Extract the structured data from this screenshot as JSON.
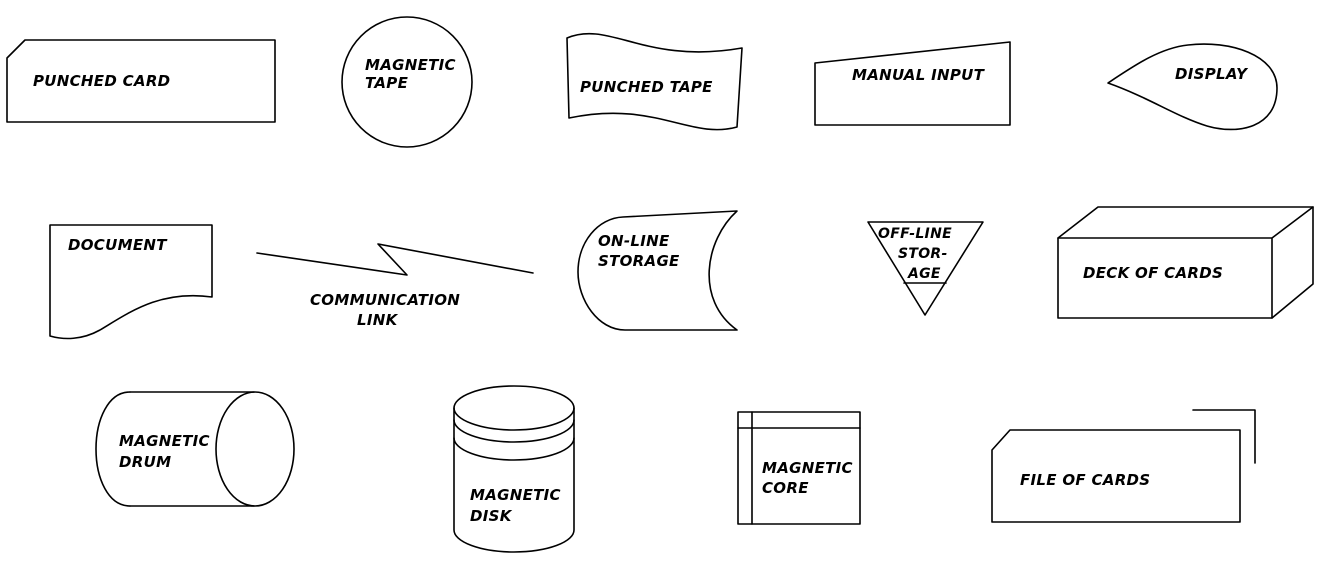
{
  "symbols": {
    "punched_card": {
      "label": "PUNCHED CARD"
    },
    "magnetic_tape": {
      "line1": "MAGNETIC",
      "line2": "TAPE"
    },
    "punched_tape": {
      "label": "PUNCHED TAPE"
    },
    "manual_input": {
      "label": "MANUAL INPUT"
    },
    "display": {
      "label": "DISPLAY"
    },
    "document": {
      "label": "DOCUMENT"
    },
    "communication_link": {
      "line1": "COMMUNICATION",
      "line2": "LINK"
    },
    "online_storage": {
      "line1": "ON-LINE",
      "line2": "STORAGE"
    },
    "offline_storage": {
      "line1": "OFF-LINE",
      "line2": "STOR-",
      "line3": "AGE"
    },
    "deck_of_cards": {
      "label": "DECK OF CARDS"
    },
    "magnetic_drum": {
      "line1": "MAGNETIC",
      "line2": "DRUM"
    },
    "magnetic_disk": {
      "line1": "MAGNETIC",
      "line2": "DISK"
    },
    "magnetic_core": {
      "line1": "MAGNETIC",
      "line2": "CORE"
    },
    "file_of_cards": {
      "label": "FILE OF CARDS"
    }
  }
}
